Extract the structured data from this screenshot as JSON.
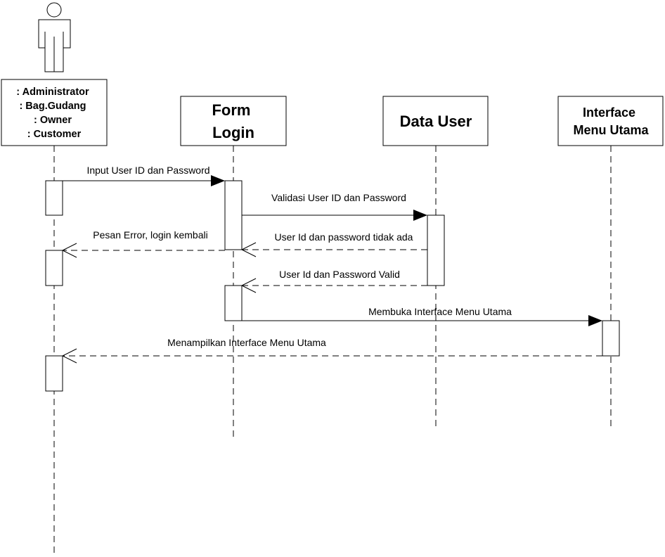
{
  "actor": {
    "roles": [
      ": Administrator",
      ": Bag.Gudang",
      ": Owner",
      ": Customer"
    ]
  },
  "lifelines": {
    "form_login": [
      "Form",
      "Login"
    ],
    "data_user": [
      "Data User"
    ],
    "interface_menu": [
      "Interface",
      "Menu Utama"
    ]
  },
  "messages": [
    {
      "text": "Input User ID dan Password",
      "type": "sync"
    },
    {
      "text": "Validasi User ID dan Password",
      "type": "sync"
    },
    {
      "text": "User Id dan password tidak ada",
      "type": "return"
    },
    {
      "text": "Pesan Error, login kembali",
      "type": "return"
    },
    {
      "text": "User Id dan Password Valid",
      "type": "return"
    },
    {
      "text": "Membuka Interface Menu Utama",
      "type": "sync"
    },
    {
      "text": "Menampilkan Interface Menu Utama",
      "type": "return"
    }
  ]
}
